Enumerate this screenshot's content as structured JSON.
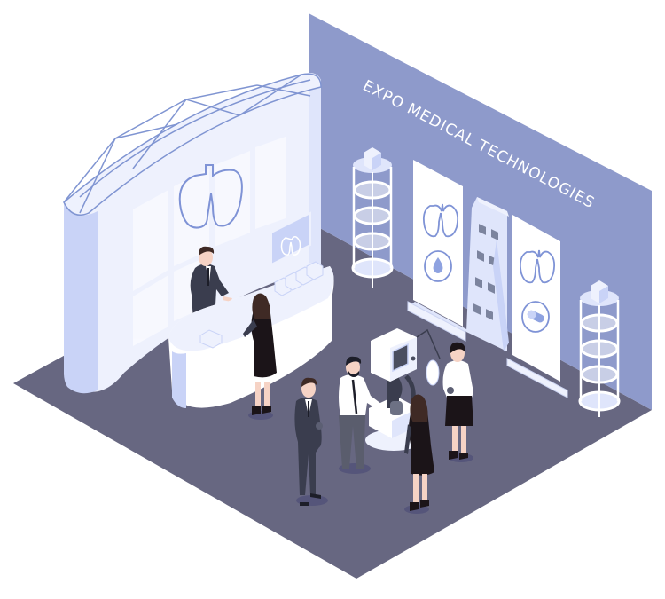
{
  "illustration": {
    "title": "Isometric medical technology exhibition booth",
    "wall_banner_text": "EXPO MEDICAL TECHNOLOGIES",
    "colors": {
      "background": "#ffffff",
      "floor": "#676781",
      "back_wall": "#8e9acb",
      "booth_light": "#eef1fd",
      "booth_mid": "#d7dffa",
      "booth_shadow": "#b9c6f3",
      "accent_line": "#7f93d6",
      "suit_dark": "#3a3d4e",
      "dress_black": "#1b1418",
      "shirt_white": "#ffffff",
      "hair_brown": "#3f2a25",
      "skin": "#f6d3c5"
    },
    "objects": {
      "booth_arch_wall": "Curved white booth wall with truss frame and lungs logo",
      "reception_desk": "Curved white reception counter",
      "desk_sign": "Small lungs logo sign on stand",
      "brochure_boxes": 4,
      "display_towers": 2,
      "rollup_banners": [
        {
          "icons": [
            "lungs-icon",
            "drop-icon"
          ]
        },
        {
          "icons": [
            "lungs-icon",
            "pill-icon"
          ]
        }
      ],
      "brochure_stand_pockets": 8,
      "medical_device": "Ventilator/medical machine on cart with tubes"
    },
    "people": [
      {
        "role": "receptionist",
        "gender": "male",
        "outfit": "dark suit"
      },
      {
        "role": "visitor-at-desk",
        "gender": "female",
        "outfit": "black dress"
      },
      {
        "role": "visitor",
        "gender": "male",
        "outfit": "dark suit, holding cup"
      },
      {
        "role": "presenter",
        "gender": "male",
        "outfit": "white shirt, black tie, beard"
      },
      {
        "role": "visitor",
        "gender": "female",
        "outfit": "black dress, long hair"
      },
      {
        "role": "visitor",
        "gender": "female",
        "outfit": "white blouse, black skirt, holding cup"
      }
    ]
  }
}
